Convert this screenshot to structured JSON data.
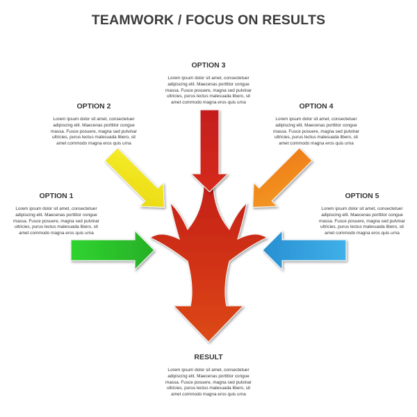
{
  "title": "TEAMWORK / FOCUS ON RESULTS",
  "colors": {
    "option1": "#2fc52f",
    "option2": "#f0e21a",
    "option3": "#c9231b",
    "option4": "#f08a1e",
    "option5": "#2e9fdc",
    "result": "#cc2a12",
    "text": "#333333"
  },
  "options": [
    {
      "id": "opt1",
      "heading": "OPTION 1",
      "lines": [
        "Lorem ipsum dolor sit amet, consectetuer",
        "adipiscing elit. Maecenas porttitor congue",
        "massa. Fusce posuere, magna sed pulvinar",
        "ultricies, purus lectus malesuada libero, sit",
        "amet commodo magna eros quis urna"
      ]
    },
    {
      "id": "opt2",
      "heading": "OPTION 2",
      "lines": [
        "Lorem ipsum dolor sit amet, consectetuer",
        "adipiscing elit. Maecenas porttitor congue",
        "massa. Fusce posuere, magna sed pulvinar",
        "ultricies, purus lectus malesuada libero, sit",
        "amet commodo magna eros quis urna"
      ]
    },
    {
      "id": "opt3",
      "heading": "OPTION 3",
      "lines": [
        "Lorem ipsum dolor sit amet, consectetuer",
        "adipiscing elit. Maecenas porttitor congue",
        "massa. Fusce posuere, magna sed pulvinar",
        "ultricies, purus lectus malesuada libero, sit",
        "amet commodo magna eros quis urna"
      ]
    },
    {
      "id": "opt4",
      "heading": "OPTION 4",
      "lines": [
        "Lorem ipsum dolor sit amet, consectetuer",
        "adipiscing elit. Maecenas porttitor congue",
        "massa. Fusce posuere, magna sed pulvinar",
        "ultricies, purus lectus malesuada libero, sit",
        "amet commodo magna eros quis urna"
      ]
    },
    {
      "id": "opt5",
      "heading": "OPTION 5",
      "lines": [
        "Lorem ipsum dolor sit amet, consectetuer",
        "adipiscing elit. Maecenas porttitor congue",
        "massa. Fusce posuere, magna sed pulvinar",
        "ultricies, purus lectus malesuada libero, sit",
        "amet commodo magna eros quis urna"
      ]
    }
  ],
  "result": {
    "heading": "RESULT",
    "lines": [
      "Lorem ipsum dolor sit amet, consectetuer",
      "adipiscing elit. Maecenas porttitor congue",
      "massa. Fusce posuere, magna sed pulvinar",
      "ultricies, purus lectus malesuada libero, sit",
      "amet commodo magna eros quis urna"
    ]
  }
}
